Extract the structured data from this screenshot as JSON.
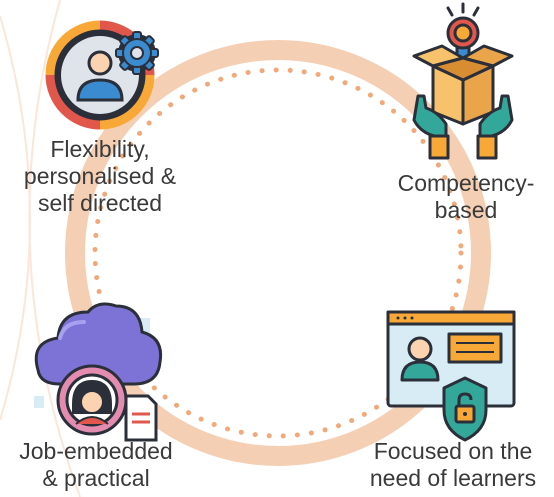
{
  "diagram": {
    "nodes": [
      {
        "id": "flexibility",
        "label": "Flexibility,\npersonalised &\nself directed",
        "icon": "user-gear-cycle-icon"
      },
      {
        "id": "competency",
        "label": "Competency-\nbased",
        "icon": "hands-box-medal-icon"
      },
      {
        "id": "job-embedded",
        "label": "Job-embedded\n& practical",
        "icon": "cloud-user-document-icon"
      },
      {
        "id": "learners",
        "label": "Focused on the\nneed of learners",
        "icon": "id-card-shield-lock-icon"
      }
    ]
  },
  "colors": {
    "ring": "#f5cfb3",
    "dots": "#f2a97a",
    "dark": "#2b2f3a",
    "orange": "#f7a836",
    "red": "#e2574c",
    "blue": "#3b8bd0",
    "teal": "#33a89a",
    "purple": "#7d73d6",
    "skin": "#fbd3b0",
    "pink": "#e48bb0"
  }
}
